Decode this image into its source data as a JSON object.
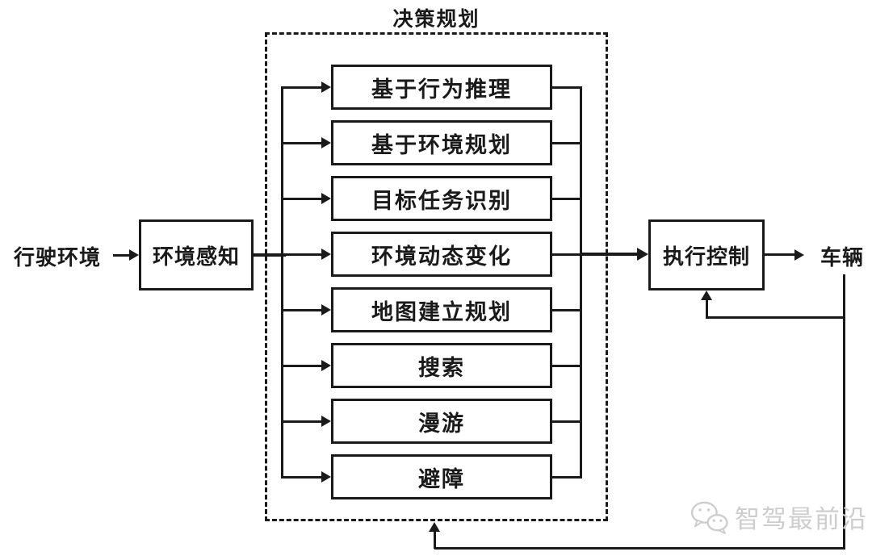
{
  "diagram": {
    "title": "决策规划",
    "input_label": "行驶环境",
    "perception_label": "环境感知",
    "planning_modules": [
      "基于行为推理",
      "基于环境规划",
      "目标任务识别",
      "环境动态变化",
      "地图建立规划",
      "搜索",
      "漫游",
      "避障"
    ],
    "control_label": "执行控制",
    "output_label": "车辆",
    "colors": {
      "line": "#1a1a1a",
      "background": "#ffffff",
      "watermark": "#cdcdcd"
    },
    "watermark": {
      "icon": "wechat-icon",
      "text": "智驾最前沿"
    }
  }
}
